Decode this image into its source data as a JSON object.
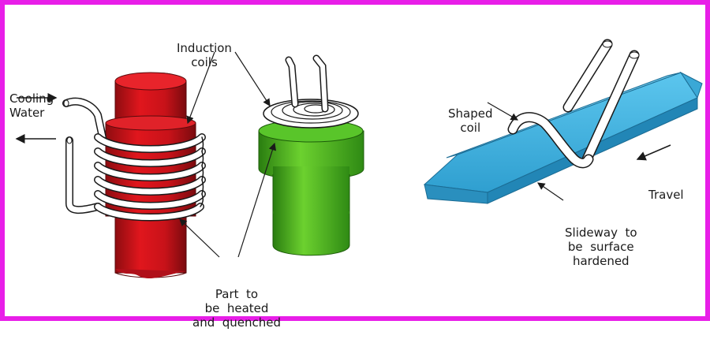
{
  "labels": {
    "induction_coils": [
      "Induction",
      "coils"
    ],
    "cooling_water": [
      "Cooling",
      "Water"
    ],
    "part_heated": [
      "Part  to",
      "be  heated",
      "and  quenched"
    ],
    "shaped_coil": [
      "Shaped",
      "coil"
    ],
    "travel": "Travel",
    "slideway": [
      "Slideway  to",
      "be  surface",
      "hardened"
    ]
  },
  "colors": {
    "border": "#e81ee8",
    "red_part": "#d4131b",
    "green_part": "#3fae1a",
    "blue_slideway": "#34a9d8",
    "coil": "#ffffff",
    "outline": "#1a1a1a"
  },
  "icons": {
    "water_out_arrow": "arrow-right-icon",
    "water_in_arrow": "arrow-left-icon",
    "travel_arrow": "arrow-left-icon"
  }
}
